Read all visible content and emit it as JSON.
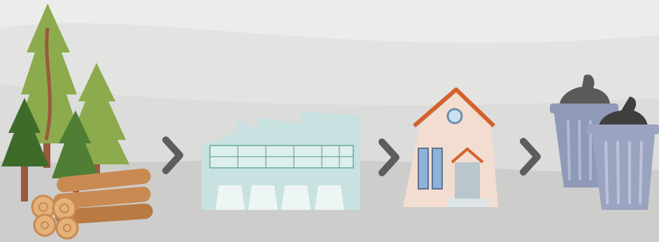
{
  "scene": {
    "stages": [
      {
        "id": "forest",
        "icon": "forest-with-logs-icon"
      },
      {
        "id": "factory",
        "icon": "factory-icon"
      },
      {
        "id": "house",
        "icon": "house-icon"
      },
      {
        "id": "waste",
        "icon": "trash-bins-icon"
      }
    ],
    "connector_icon": "chevron-right-icon",
    "colors": {
      "background": "#e9e9e8",
      "ground": "#cfcfcf",
      "tree_light": "#8cab4d",
      "tree_dark": "#3f6b2a",
      "trunk": "#9a5a3c",
      "logs": "#c98a52",
      "factory": "#c7e2e1",
      "house_wall": "#f3ddd0",
      "roof": "#d4622a",
      "bin": "#8f99b8",
      "bag": "#4a4a4a",
      "chevron": "#5d5d5d"
    }
  }
}
